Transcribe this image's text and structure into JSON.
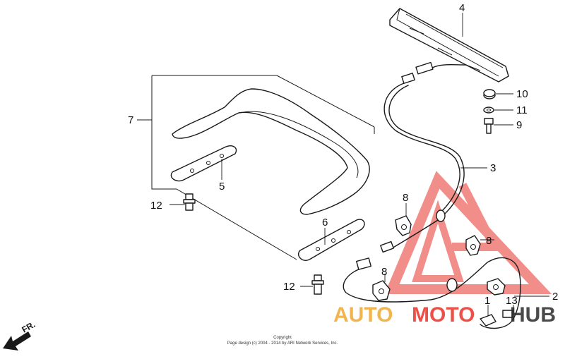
{
  "callouts": {
    "p1": "1",
    "p2": "2",
    "p3": "3",
    "p4": "4",
    "p5": "5",
    "p6": "6",
    "p7": "7",
    "p8a": "8",
    "p8b": "8",
    "p8c": "8",
    "p9": "9",
    "p10": "10",
    "p11": "11",
    "p12a": "12",
    "p12b": "12",
    "p13": "13"
  },
  "direction_label": "FR.",
  "copyright": {
    "line1": "Copyright",
    "line2": "Page design (c) 2004 - 2014 by ARI Network Services, Inc."
  },
  "watermark": {
    "text_auto": "AUTO",
    "text_moto": "MOTO",
    "text_hub": "HUB",
    "color_red": "#e8332a",
    "color_orange": "#f0a830",
    "color_dark": "#2b2b2b"
  }
}
